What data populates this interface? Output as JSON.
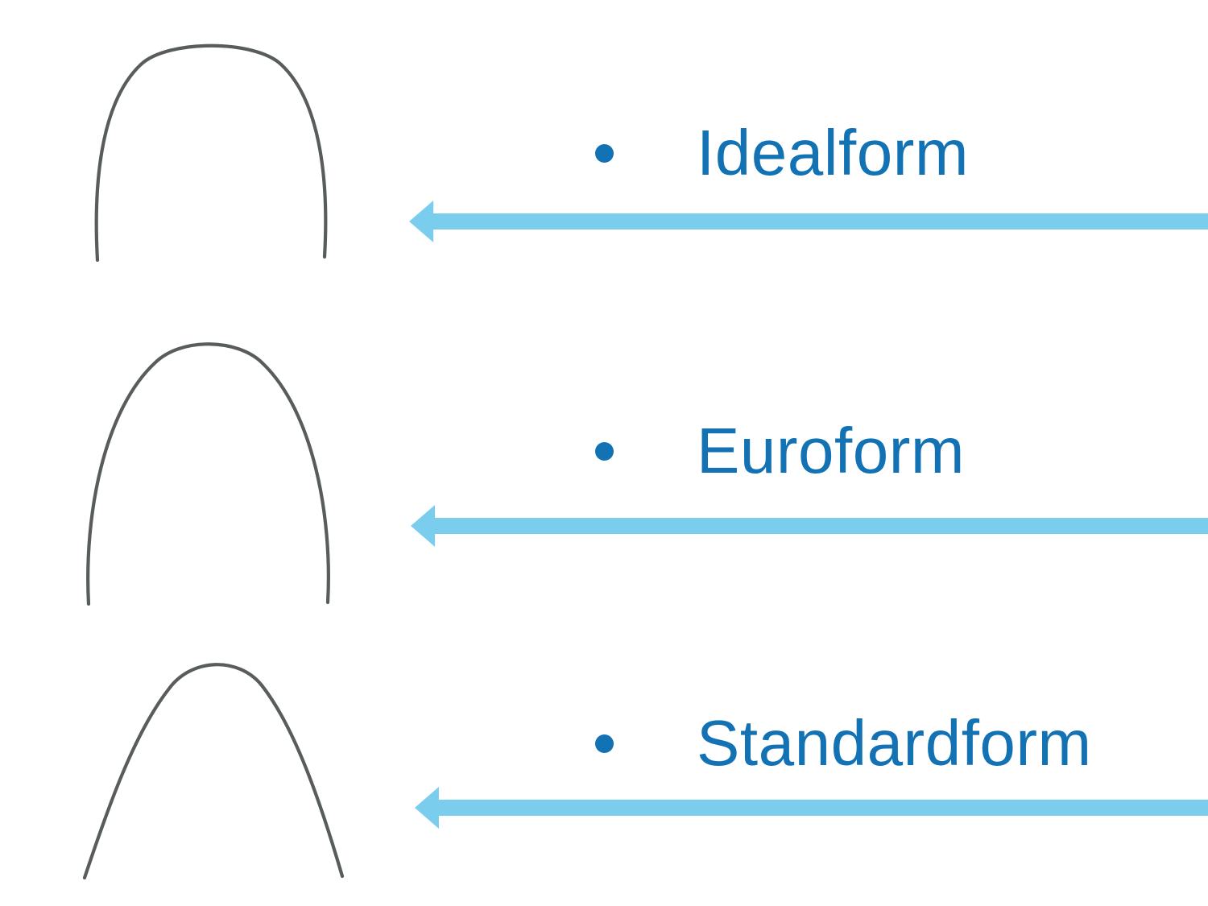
{
  "slide": {
    "items": [
      {
        "label": "Idealform",
        "shape": "tall rounded arch with nearly vertical legs"
      },
      {
        "label": "Euroform",
        "shape": "tall narrow tapered arch"
      },
      {
        "label": "Standardform",
        "shape": "wide arch with outward-flared legs"
      }
    ]
  },
  "icons": {
    "bullet": "filled-circle",
    "arrow": "left-pointing-arrow"
  },
  "colors": {
    "label_text": "#1272b4",
    "bullet": "#1272b4",
    "arrow": "#7bcdee",
    "wire": "#585d5c",
    "background": "#ffffff"
  }
}
